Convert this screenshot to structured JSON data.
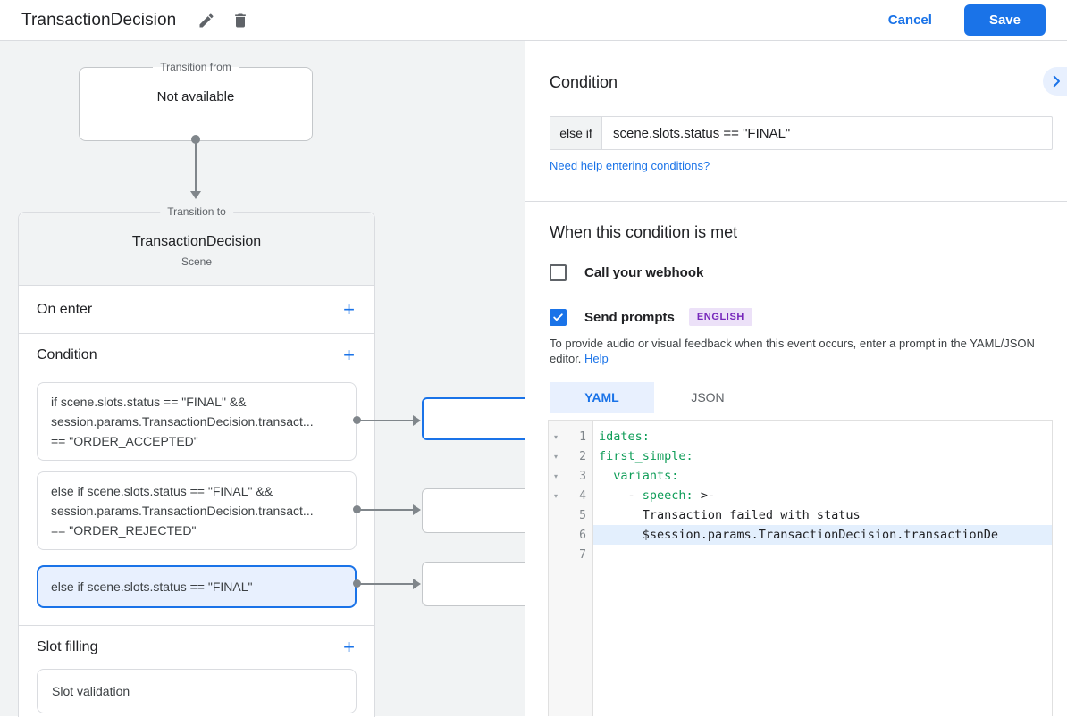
{
  "colors": {
    "accent_blue": "#1a73e8",
    "light_blue_bg": "#e8f0fe",
    "canvas_gray": "#f1f3f4",
    "border_gray": "#dadce0",
    "yaml_key_green": "#0f9d58",
    "badge_purple_text": "#7627bb",
    "badge_purple_bg": "#ece1f8",
    "connector_gray": "#80868b"
  },
  "icons": {
    "plus": "+",
    "fold_open": "▾"
  },
  "header": {
    "title": "TransactionDecision",
    "cancel_label": "Cancel",
    "save_label": "Save"
  },
  "diagram": {
    "transition_from": {
      "legend": "Transition from",
      "value": "Not available"
    },
    "transition_to": {
      "legend": "Transition to",
      "title": "TransactionDecision",
      "subtitle": "Scene"
    },
    "on_enter_label": "On enter",
    "condition_label": "Condition",
    "slot_filling_label": "Slot filling",
    "slot_validation_label": "Slot validation",
    "conditions": [
      {
        "line1": "if scene.slots.status == \"FINAL\" &&",
        "line2": "session.params.TransactionDecision.transact...",
        "line3": "== \"ORDER_ACCEPTED\""
      },
      {
        "line1": "else if scene.slots.status == \"FINAL\" &&",
        "line2": "session.params.TransactionDecision.transact...",
        "line3": "== \"ORDER_REJECTED\""
      }
    ],
    "selected_condition": {
      "text": "else if scene.slots.status == \"FINAL\""
    }
  },
  "panel": {
    "title": "Condition",
    "condition_input": {
      "prefix": "else if",
      "value": "scene.slots.status == \"FINAL\""
    },
    "help_link": "Need help entering conditions?",
    "when_met_heading": "When this condition is met",
    "webhook_label": "Call your webhook",
    "send_prompts_label": "Send prompts",
    "language_badge": "ENGLISH",
    "helper_text": "To provide audio or visual feedback when this event occurs, enter a prompt in the YAML/JSON editor. ",
    "helper_link": "Help",
    "tabs": {
      "yaml": "YAML",
      "json": "JSON"
    },
    "editor": {
      "lines": [
        {
          "num": "1",
          "fold": "▾",
          "pre": "",
          "key": "idates:",
          "post": ""
        },
        {
          "num": "2",
          "fold": "▾",
          "pre": "",
          "key": "first_simple:",
          "post": ""
        },
        {
          "num": "3",
          "fold": "▾",
          "pre": "  ",
          "key": "variants:",
          "post": ""
        },
        {
          "num": "4",
          "fold": "▾",
          "pre": "    - ",
          "key": "speech:",
          "post": " >-"
        },
        {
          "num": "5",
          "fold": "",
          "pre": "      Transaction failed with status",
          "key": "",
          "post": ""
        },
        {
          "num": "6",
          "fold": "",
          "pre": "      $session.params.TransactionDecision.transactionDe",
          "key": "",
          "post": ""
        },
        {
          "num": "7",
          "fold": "",
          "pre": "",
          "key": "",
          "post": ""
        }
      ]
    }
  }
}
